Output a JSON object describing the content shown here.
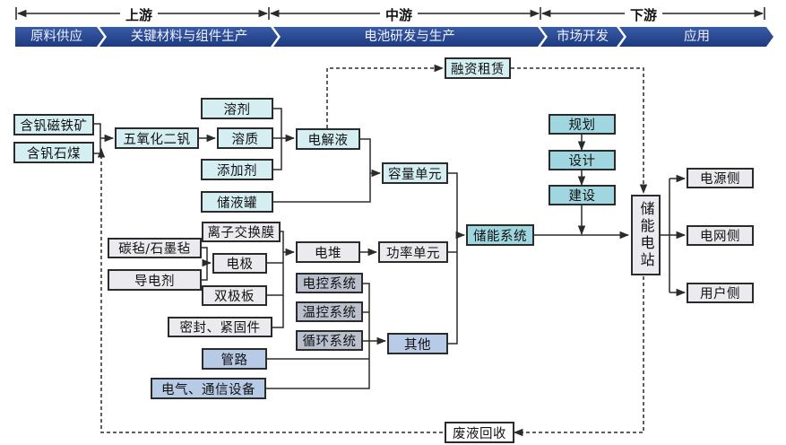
{
  "title": "全钒液流电池产业链",
  "colors": {
    "band": "#1f3f86",
    "band_highlight": "#3b5fa8",
    "line": "#2b2b2b",
    "box_cyan": "#d4eef2",
    "box_teal": "#9fd6df",
    "box_gray": "#ebeaee",
    "box_slate": "#b9c1cf",
    "box_blue": "#b8cbe6"
  },
  "stages": [
    {
      "id": "upstream",
      "label": "上游"
    },
    {
      "id": "midstream",
      "label": "中游"
    },
    {
      "id": "downstream",
      "label": "下游"
    }
  ],
  "phases": [
    {
      "id": "raw",
      "label": "原料供应"
    },
    {
      "id": "materials",
      "label": "关键材料与组件生产"
    },
    {
      "id": "battery",
      "label": "电池研发与生产"
    },
    {
      "id": "market",
      "label": "市场开发"
    },
    {
      "id": "application",
      "label": "应用"
    }
  ],
  "nodes": {
    "vanadium_magnetite": "含钒磁铁矿",
    "vanadium_coal": "含钒石煤",
    "v2o5": "五氧化二钒",
    "solvent": "溶剂",
    "solute": "溶质",
    "additive": "添加剂",
    "tank": "储液罐",
    "electrolyte": "电解液",
    "capacity_unit": "容量单元",
    "financing": "融资租赁",
    "membrane": "离子交换膜",
    "carbon_felt": "碳毡/石墨毡",
    "conductive_agent": "导电剂",
    "electrode": "电极",
    "bipolar_plate": "双极板",
    "seal": "密封、紧固件",
    "pipeline": "管路",
    "electrical": "电气、通信设备",
    "stack": "电堆",
    "power_unit": "功率单元",
    "ecs": "电控系统",
    "tcs": "温控系统",
    "circulation": "循环系统",
    "other": "其他",
    "ess": "储能系统",
    "planning": "规划",
    "design": "设计",
    "construction": "建设",
    "station": "储能电站",
    "source_side": "电源侧",
    "grid_side": "电网侧",
    "user_side": "用户侧",
    "recycling": "废液回收"
  }
}
